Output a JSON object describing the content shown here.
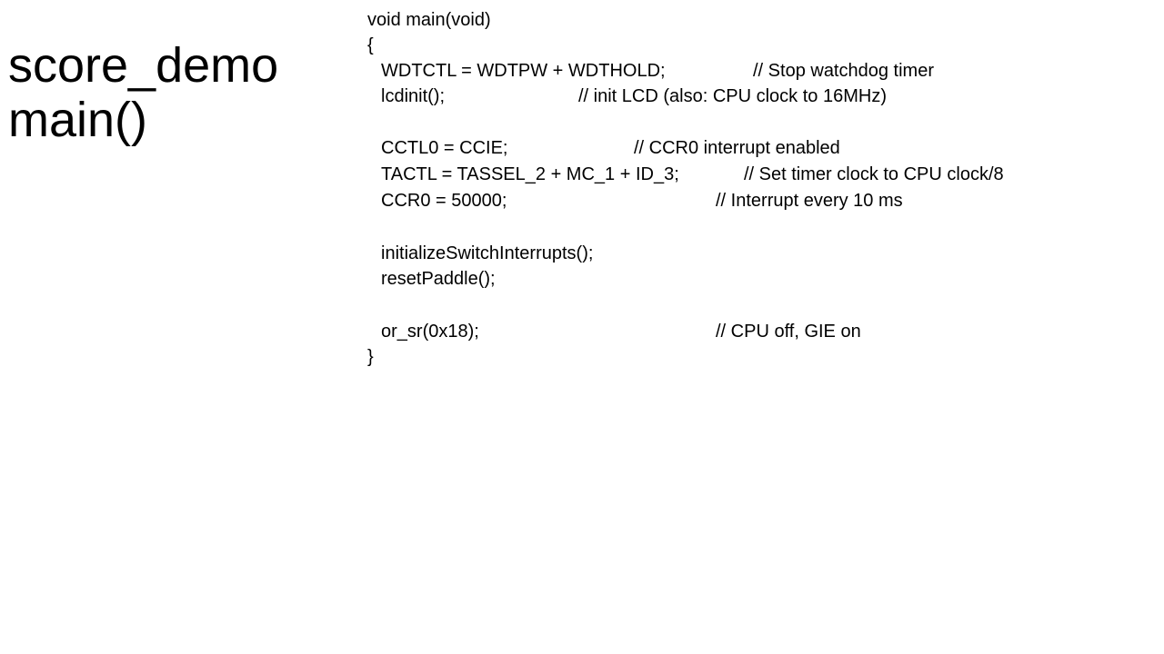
{
  "slide": {
    "title_line1": "score_demo",
    "title_line2": "main()"
  },
  "code": {
    "l1": "void main(void)",
    "l2": "{",
    "l3_code": "WDTCTL = WDTPW + WDTHOLD;",
    "l3_comment": "// Stop watchdog timer",
    "l4_code": "lcdinit();",
    "l4_comment": "// init LCD (also: CPU clock to 16MHz)",
    "l5_code": "CCTL0 = CCIE;",
    "l5_comment": "// CCR0 interrupt enabled",
    "l6_code": "TACTL = TASSEL_2 + MC_1 + ID_3;",
    "l6_comment": "// Set timer clock to CPU clock/8",
    "l7_code": "CCR0 = 50000;",
    "l7_comment": "// Interrupt every 10 ms",
    "l8_code": "initializeSwitchInterrupts();",
    "l9_code": "resetPaddle();",
    "l10_code": "or_sr(0x18);",
    "l10_comment": "// CPU off, GIE on",
    "l11": "}"
  }
}
